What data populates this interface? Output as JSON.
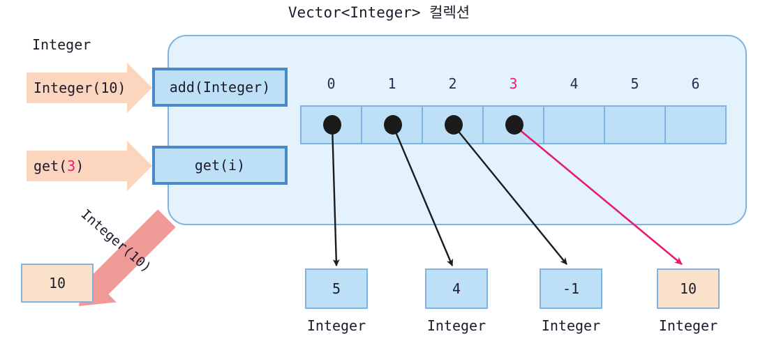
{
  "title": "Vector<Integer> 컬렉션",
  "colors": {
    "container_fill": "#e3f2fd",
    "container_border": "#7fb3e0",
    "cell_fill": "#bde0f7",
    "cell_border": "#7fb3e0",
    "method_border": "#4a89c8",
    "call_arrow_fill": "#fbd5be",
    "return_arrow_fill": "#ef9a96",
    "highlight_pink": "#ec1c72",
    "peach_fill": "#fbe3cb",
    "text": "#1b1b2b"
  },
  "left": {
    "type_label": "Integer",
    "add_call": {
      "prefix": "Integer(10)"
    },
    "get_call": {
      "prefix": "get(",
      "index": "3",
      "suffix": ")"
    },
    "return_label": "Integer(10)",
    "result_value": "10"
  },
  "methods": [
    {
      "label": "add(Integer)",
      "name": "add-method-box"
    },
    {
      "label": "get(i)",
      "name": "get-method-box"
    }
  ],
  "array": {
    "indices": [
      "0",
      "1",
      "2",
      "3",
      "4",
      "5",
      "6"
    ],
    "selected_index": "3",
    "filled": [
      true,
      true,
      true,
      true,
      false,
      false,
      false
    ]
  },
  "elements": [
    {
      "value": "5",
      "caption": "Integer",
      "peach": false
    },
    {
      "value": "4",
      "caption": "Integer",
      "peach": false
    },
    {
      "value": "-1",
      "caption": "Integer",
      "peach": false
    },
    {
      "value": "10",
      "caption": "Integer",
      "peach": true
    }
  ]
}
